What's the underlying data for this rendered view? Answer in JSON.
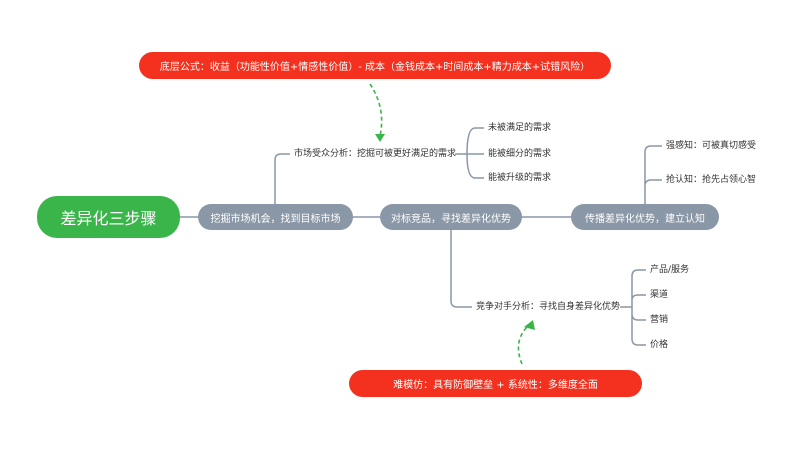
{
  "top_formula": "底层公式：收益（功能性价值+情感性价值）- 成本（金钱成本+时间成本+精力成本+试错风险）",
  "bottom_note": "难模仿：具有防御壁垒 + 系统性：多维度全面",
  "root": "差异化三步骤",
  "steps": {
    "step1": "挖掘市场机会，找到目标市场",
    "step2": "对标竞品，寻找差异化优势",
    "step3": "传播差异化优势，建立认知"
  },
  "branch_market": {
    "label": "市场受众分析：挖掘可被更好满足的需求",
    "children": [
      "未被满足的需求",
      "能被细分的需求",
      "能被升级的需求"
    ]
  },
  "branch_competitor": {
    "label": "竞争对手分析：寻找自身差异化优势",
    "children": [
      "产品/服务",
      "渠道",
      "营销",
      "价格"
    ]
  },
  "branch_perception": {
    "children": [
      "强感知：可被真切感受",
      "抢认知：抢先占领心智"
    ]
  },
  "colors": {
    "red": "#f4311f",
    "green": "#3ab54a",
    "gray": "#8a97a6",
    "line": "#8a97a6",
    "arrow": "#3ab54a"
  }
}
